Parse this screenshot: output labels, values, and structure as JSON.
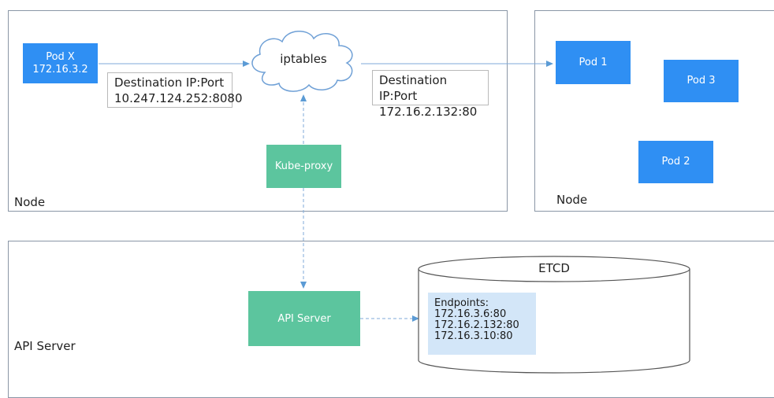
{
  "nodes": {
    "left_node_label": "Node",
    "right_node_label": "Node",
    "api_server_area_label": "API Server"
  },
  "pod_x": {
    "name": "Pod X",
    "ip": "172.16.3.2"
  },
  "iptables": {
    "label": "iptables"
  },
  "dest_left": {
    "title": "Destination IP:Port",
    "value": "10.247.124.252:8080"
  },
  "dest_right": {
    "title": "Destination IP:Port",
    "value": "172.16.2.132:80"
  },
  "kube_proxy": {
    "label": "Kube-proxy"
  },
  "pods": {
    "pod1": "Pod 1",
    "pod2": "Pod 2",
    "pod3": "Pod 3"
  },
  "api_server": {
    "label": "API Server"
  },
  "etcd": {
    "label": "ETCD",
    "endpoints_title": "Endpoints:",
    "endpoints": [
      "172.16.3.6:80",
      "172.16.2.132:80",
      "172.16.3.10:80"
    ]
  },
  "colors": {
    "pod_blue": "#2f8ff3",
    "green_box": "#5cc59e",
    "endpoints_bg": "#d3e6f8",
    "arrow": "#5b9bd5",
    "frame_border": "#8a96a6"
  }
}
